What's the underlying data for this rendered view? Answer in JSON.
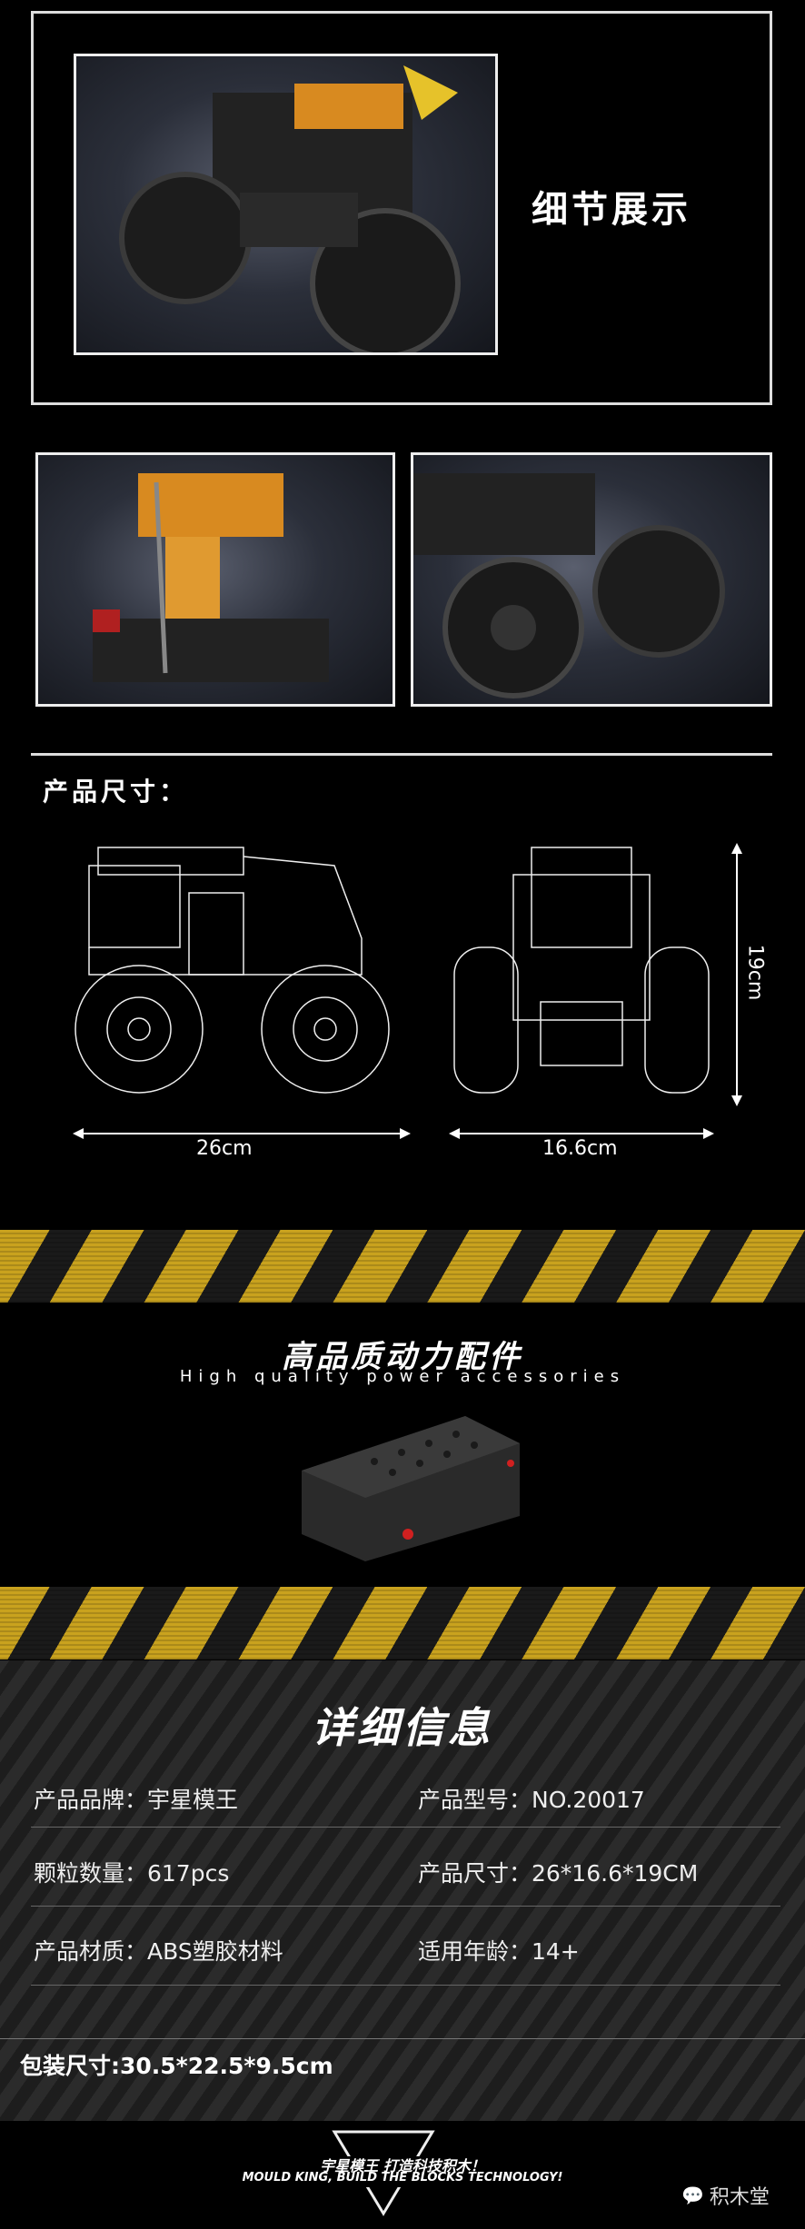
{
  "detail_section": {
    "title": "细节展示"
  },
  "size_section": {
    "title": "产品尺寸：",
    "width_label": "26cm",
    "depth_label": "16.6cm",
    "height_label": "19cm"
  },
  "power_section": {
    "title": "高品质动力配件",
    "subtitle": "High quality power accessories"
  },
  "info_section": {
    "title": "详细信息",
    "rows": [
      {
        "left": "产品品牌：宇星模王",
        "right": "产品型号：NO.20017"
      },
      {
        "left": "颗粒数量：617pcs",
        "right": "产品尺寸：26*16.6*19CM"
      },
      {
        "left": "产品材质：ABS塑胶材料",
        "right": "适用年龄：14+"
      }
    ],
    "package": "包装尺寸:30.5*22.5*9.5cm"
  },
  "footer": {
    "slogan_cn": "宇星模王 打造科技积木！",
    "slogan_en": "MOULD KING, BUILD THE BLOCKS TECHNOLOGY!",
    "watermark": "积木堂"
  },
  "colors": {
    "hazard_yellow": "#c9a21e",
    "background": "#000000"
  }
}
